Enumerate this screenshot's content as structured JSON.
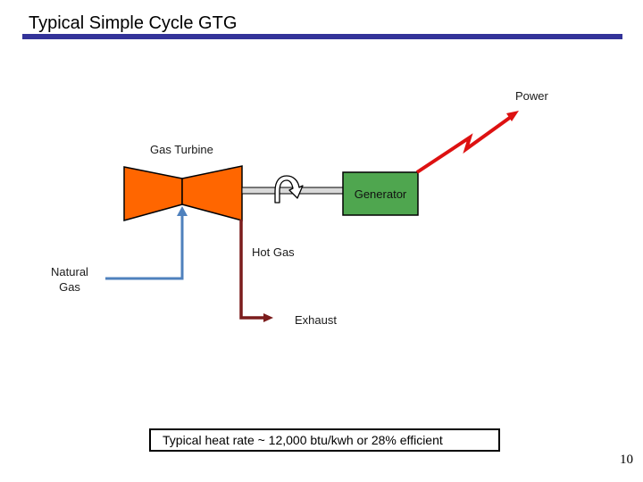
{
  "slide": {
    "title": "Typical Simple Cycle GTG",
    "page_number": "10"
  },
  "diagram": {
    "labels": {
      "gas_turbine": "Gas Turbine",
      "generator": "Generator",
      "power": "Power",
      "hot_gas": "Hot Gas",
      "natural_gas": "Natural Gas",
      "exhaust": "Exhaust"
    },
    "colors": {
      "turbine_fill": "#ff6600",
      "generator_fill": "#4fa64f",
      "shaft_fill": "#d9d9d9",
      "power_arrow": "#dd1111",
      "natural_gas_arrow": "#4f81bd",
      "exhaust_arrow": "#7b1c1c",
      "title_underline": "#333399",
      "outline": "#000000"
    }
  },
  "note": {
    "text": "Typical heat rate ~ 12,000 btu/kwh or 28% efficient"
  }
}
